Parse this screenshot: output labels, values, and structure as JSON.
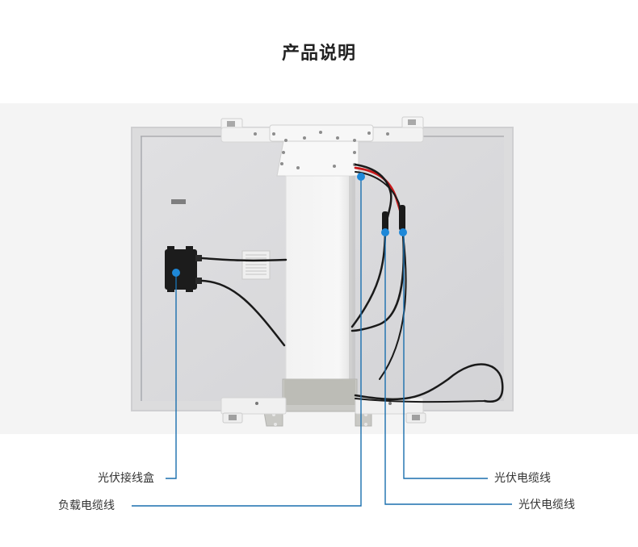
{
  "header": {
    "title": "产品说明"
  },
  "colors": {
    "accent_line": "#1a6fae",
    "marker_dot": "#1e88d8",
    "photo_background": "#f4f4f4",
    "title_text": "#222222",
    "label_text": "#333333"
  },
  "image": {
    "subject": "solar-panel-back-view",
    "description": "Rear view of a framed solar panel with central mounting bracket, junction box and cables"
  },
  "callouts": [
    {
      "id": "junction-box",
      "label": "光伏接线盒",
      "side": "left"
    },
    {
      "id": "load-cable",
      "label": "负载电缆线",
      "side": "left"
    },
    {
      "id": "pv-cable-1",
      "label": "光伏电缆线",
      "side": "right"
    },
    {
      "id": "pv-cable-2",
      "label": "光伏电缆线",
      "side": "right"
    }
  ]
}
